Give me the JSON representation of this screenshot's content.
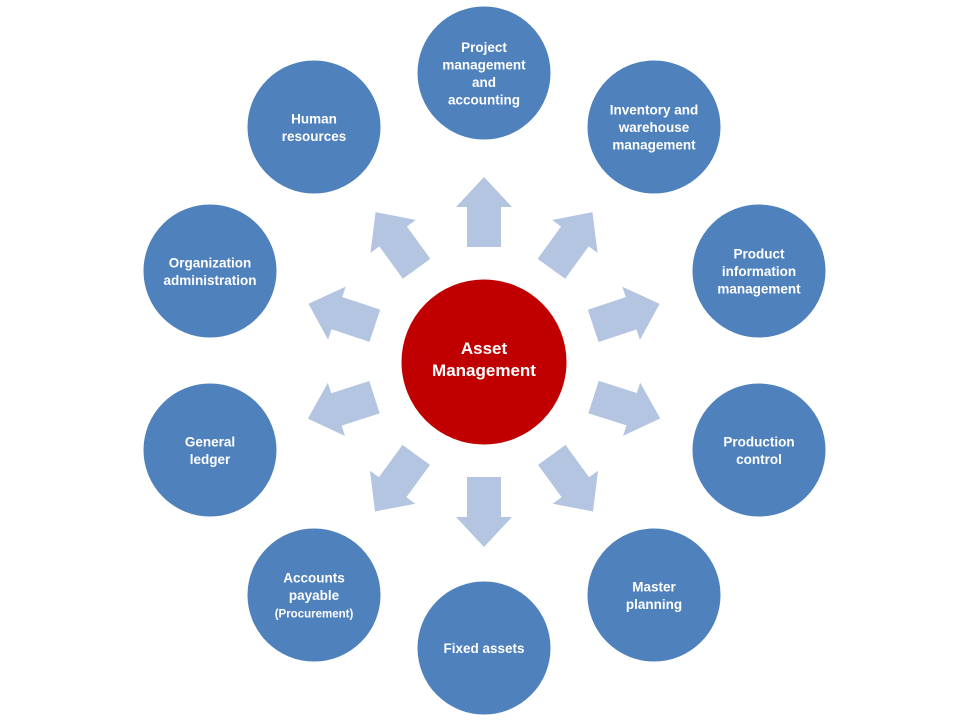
{
  "center": {
    "lines": [
      "Asset",
      "Management"
    ],
    "color": "#C00000"
  },
  "colors": {
    "node": "#4F81BD",
    "node_border": "#ffffff",
    "arrow": "#B3C5E0"
  },
  "nodes": [
    {
      "id": "project",
      "lines": [
        "Project",
        "management",
        "and",
        "accounting"
      ]
    },
    {
      "id": "inventory",
      "lines": [
        "Inventory and",
        "warehouse",
        "management"
      ]
    },
    {
      "id": "product-info",
      "lines": [
        "Product",
        "information",
        "management"
      ]
    },
    {
      "id": "production",
      "lines": [
        "Production",
        "control"
      ]
    },
    {
      "id": "master-planning",
      "lines": [
        "Master",
        "planning"
      ]
    },
    {
      "id": "fixed-assets",
      "lines": [
        "Fixed assets"
      ]
    },
    {
      "id": "accounts-payable",
      "lines": [
        "Accounts",
        "payable",
        "(Procurement)"
      ]
    },
    {
      "id": "general-ledger",
      "lines": [
        "General",
        "ledger"
      ]
    },
    {
      "id": "org-admin",
      "lines": [
        "Organization",
        "administration"
      ]
    },
    {
      "id": "human-resources",
      "lines": [
        "Human",
        "resources"
      ]
    }
  ]
}
